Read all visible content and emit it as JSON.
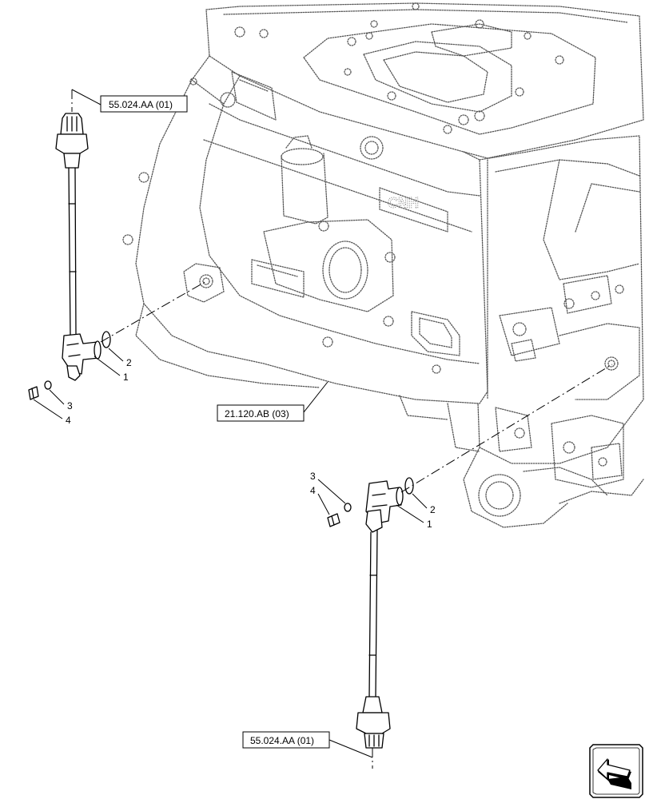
{
  "callouts": {
    "ref_top": "55.024.AA (01)",
    "ref_housing": "21.120.AB (03)",
    "ref_bottom": "55.024.AA (01)"
  },
  "parts": {
    "upper": {
      "p1": "1",
      "p2": "2",
      "p3": "3",
      "p4": "4"
    },
    "lower": {
      "p1": "1",
      "p2": "2",
      "p3": "3",
      "p4": "4"
    }
  },
  "icons": {
    "nav": "arrow-navigation-icon"
  }
}
